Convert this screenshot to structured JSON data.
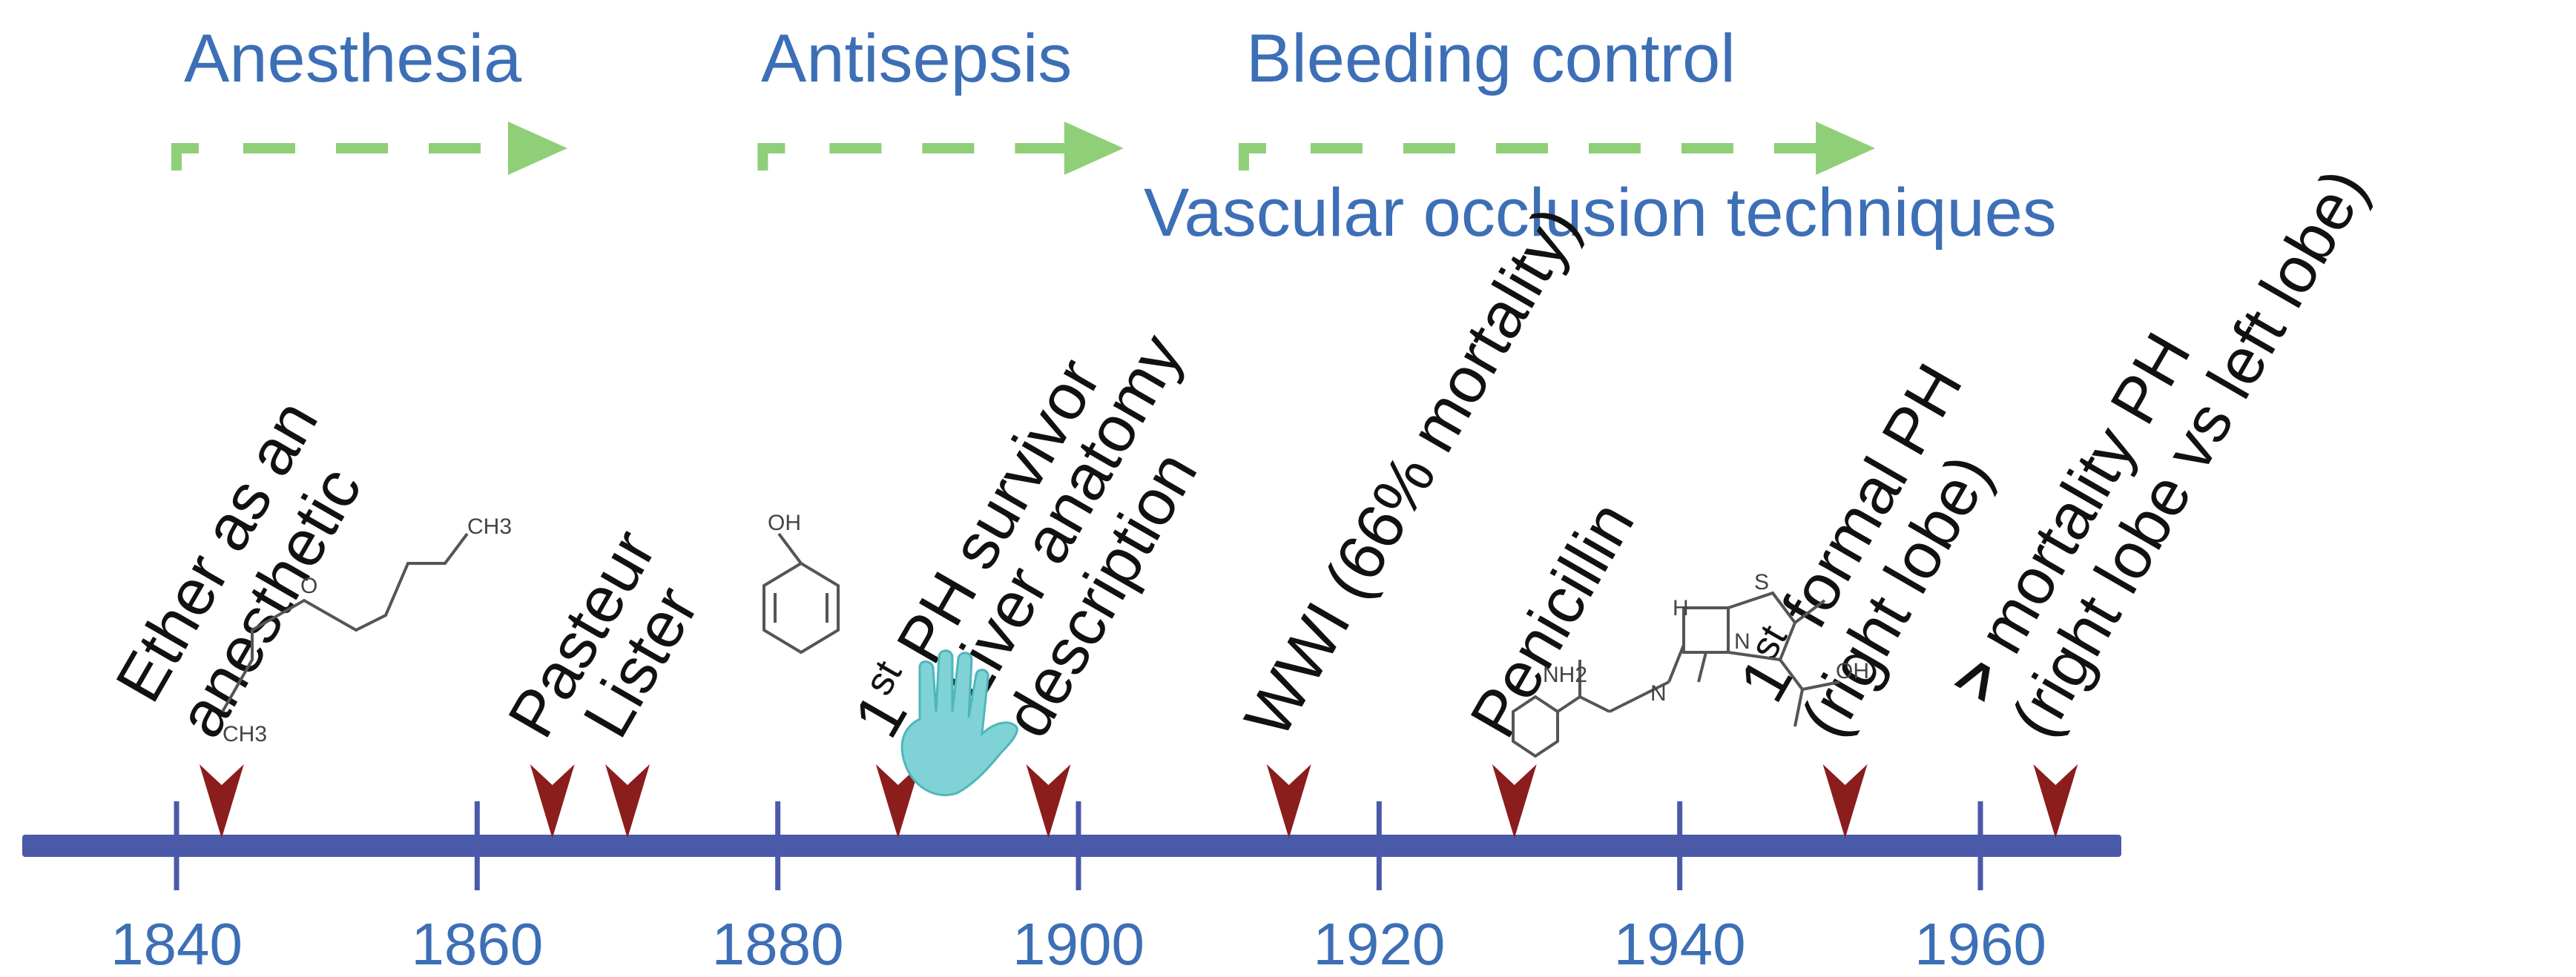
{
  "colors": {
    "timeline_bar": "#4b5aa8",
    "arrow_marker": "#8b1d1d",
    "phase_text": "#3d6fb6",
    "phase_arrow": "#8fcf78",
    "event_text": "#111111",
    "glove": "#7fd2d6"
  },
  "phases": [
    {
      "label": "Anesthesia",
      "year_start": 1840,
      "year_end": 1866
    },
    {
      "label": "Antisepsis",
      "year_start": 1879,
      "year_end": 1903
    },
    {
      "label": "Bleeding control",
      "year_start": 1911,
      "year_end": 1953
    },
    {
      "label": "Vascular occlusion techniques"
    }
  ],
  "years": [
    "1840",
    "1860",
    "1880",
    "1900",
    "1920",
    "1940",
    "1960"
  ],
  "events": [
    {
      "lines": [
        "Ether as an",
        "anesthetic"
      ],
      "year": 1843,
      "icon": "ether-molecule-icon"
    },
    {
      "lines": [
        "Pasteur"
      ],
      "year": 1865
    },
    {
      "lines": [
        "Lister"
      ],
      "year": 1870,
      "icon": "phenol-molecule-icon"
    },
    {
      "sup_prefix": "1",
      "sup": "st",
      "lines": [
        " PH survivor"
      ],
      "year": 1888,
      "icon": "glove-icon"
    },
    {
      "lines": [
        "Liver anatomy",
        "description"
      ],
      "year": 1898
    },
    {
      "lines": [
        "WWI (66% mortality)"
      ],
      "year": 1914
    },
    {
      "lines": [
        "Penicillin"
      ],
      "year": 1929,
      "icon": "penicillin-molecule-icon"
    },
    {
      "sup_prefix": "1",
      "sup": "st",
      "lines": [
        " formal PH",
        "(right lobe)"
      ],
      "year": 1951
    },
    {
      "prefix_symbol": ">",
      "lines": [
        " mortality PH",
        "(right lobe vs left lobe)"
      ],
      "year": 1965
    }
  ],
  "chem_labels": {
    "ch3": "CH3",
    "o": "O",
    "oh": "OH",
    "nh2": "NH2",
    "s": "S",
    "n": "N",
    "h": "H"
  }
}
